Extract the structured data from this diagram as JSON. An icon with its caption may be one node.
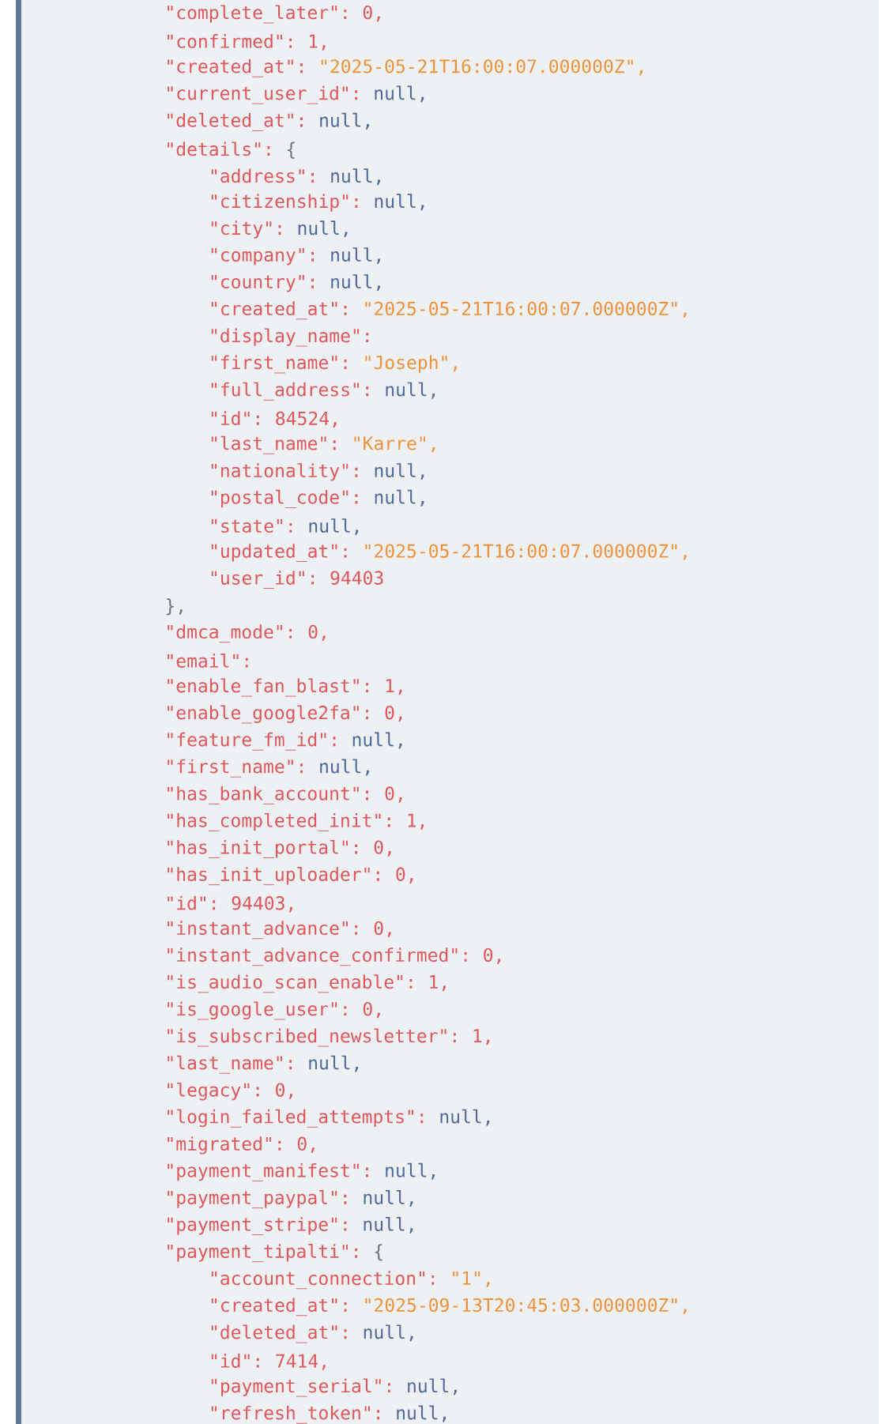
{
  "diagram": {
    "labels": [
      "\"complete_later\":",
      "0,",
      "\"confirmed\":",
      "1,",
      "\"created_at\":",
      "\"2025-05-21T16:00:07.000000Z\",",
      "\"current_user_id\":",
      "null,",
      "\"deleted_at\":",
      "null,",
      "\"details\":",
      "{",
      "\"address\":",
      "null,",
      "\"citizenship\":",
      "null,",
      "\"city\":",
      "null,",
      "\"company\":",
      "null,",
      "\"country\":",
      "null,",
      "\"created_at\":",
      "\"2025-05-21T16:00:07.000000Z\",",
      "\"display_name\":",
      "\"first_name\":",
      "\"Joseph\",",
      "\"full_address\":",
      "null,",
      "\"id\":",
      "84524,",
      "\"last_name\":",
      "\"Karre\",",
      "\"nationality\":",
      "null,",
      "\"postal_code\":",
      "null,",
      "\"state\":",
      "null,",
      "\"updated_at\":",
      "\"2025-05-21T16:00:07.000000Z\",",
      "\"user_id\":",
      "94403",
      "},",
      "\"dmca_mode\":",
      "0,",
      "\"email\":",
      "\"enable_fan_blast\":",
      "1,",
      "\"enable_google2fa\":",
      "0,",
      "\"feature_fm_id\":",
      "null,",
      "\"first_name\":",
      "null,",
      "\"has_bank_account\":",
      "0,",
      "\"has_completed_init\":",
      "1,",
      "\"has_init_portal\":",
      "0,",
      "\"has_init_uploader\":",
      "0,",
      "\"id\":",
      "94403,",
      "\"instant_advance\":",
      "0,",
      "\"instant_advance_confirmed\":",
      "0,",
      "\"is_audio_scan_enable\":",
      "1,",
      "\"is_google_user\":",
      "0,",
      "\"is_subscribed_newsletter\":",
      "1,",
      "\"last_name\":",
      "null,",
      "\"legacy\":",
      "0,",
      "\"login_failed_attempts\":",
      "null,",
      "\"migrated\":",
      "0,",
      "\"payment_manifest\":",
      "null,",
      "\"payment_paypal\":",
      "null,",
      "\"payment_stripe\":",
      "null,",
      "\"payment_tipalti\":",
      "{",
      "\"account_connection\":",
      "\"1\",",
      "\"created_at\":",
      "\"2025-09-13T20:45:03.000000Z\",",
      "\"deleted_at\":",
      "null,",
      "\"id\":",
      "7414,",
      "\"payment_serial\":",
      "null,",
      "\"refresh_token\":",
      "null,"
    ]
  }
}
